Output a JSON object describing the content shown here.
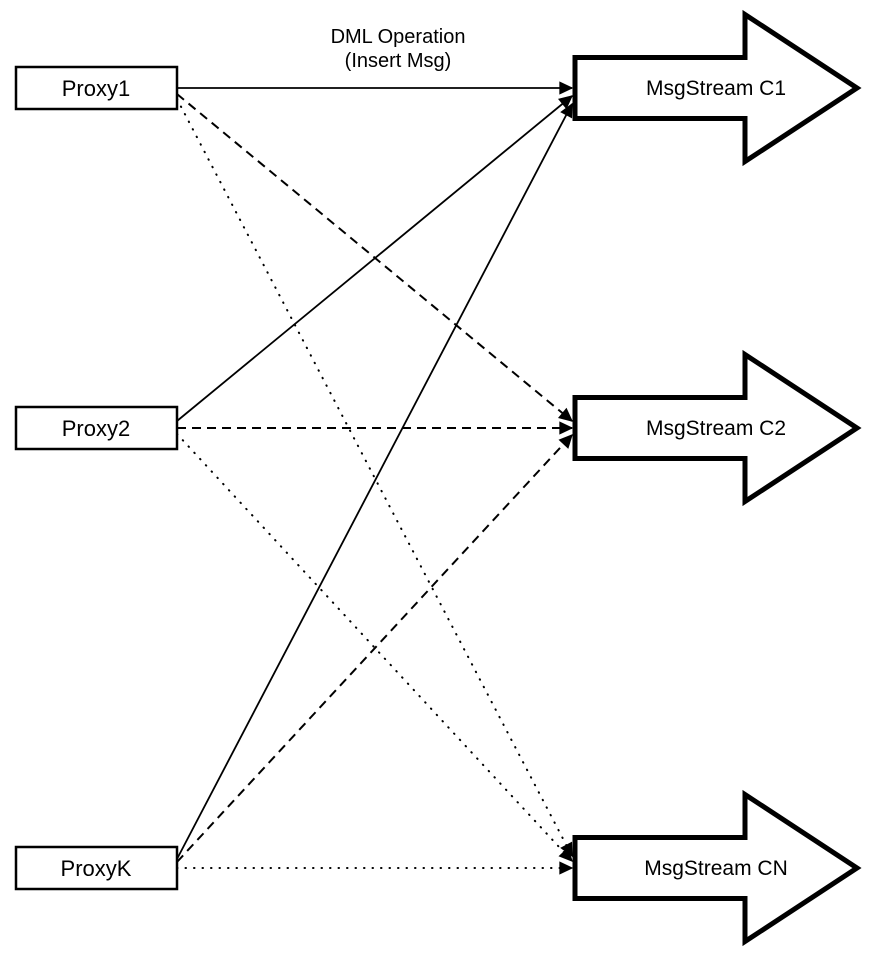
{
  "title": {
    "line1": "DML Operation",
    "line2": "(Insert Msg)"
  },
  "proxies": [
    {
      "label": "Proxy1"
    },
    {
      "label": "Proxy2"
    },
    {
      "label": "ProxyK"
    }
  ],
  "streams": [
    {
      "label": "MsgStream C1",
      "incoming_edge_style": "solid"
    },
    {
      "label": "MsgStream C2",
      "incoming_edge_style": "dashed"
    },
    {
      "label": "MsgStream CN",
      "incoming_edge_style": "dotted"
    }
  ],
  "edges": [
    {
      "from": "Proxy1",
      "to": "MsgStream C1",
      "style": "solid"
    },
    {
      "from": "Proxy2",
      "to": "MsgStream C1",
      "style": "solid"
    },
    {
      "from": "ProxyK",
      "to": "MsgStream C1",
      "style": "solid"
    },
    {
      "from": "Proxy1",
      "to": "MsgStream C2",
      "style": "dashed"
    },
    {
      "from": "Proxy2",
      "to": "MsgStream C2",
      "style": "dashed"
    },
    {
      "from": "ProxyK",
      "to": "MsgStream C2",
      "style": "dashed"
    },
    {
      "from": "Proxy1",
      "to": "MsgStream CN",
      "style": "dotted"
    },
    {
      "from": "Proxy2",
      "to": "MsgStream CN",
      "style": "dotted"
    },
    {
      "from": "ProxyK",
      "to": "MsgStream CN",
      "style": "dotted"
    }
  ],
  "colors": {
    "stroke": "#000000",
    "fill": "#ffffff"
  }
}
